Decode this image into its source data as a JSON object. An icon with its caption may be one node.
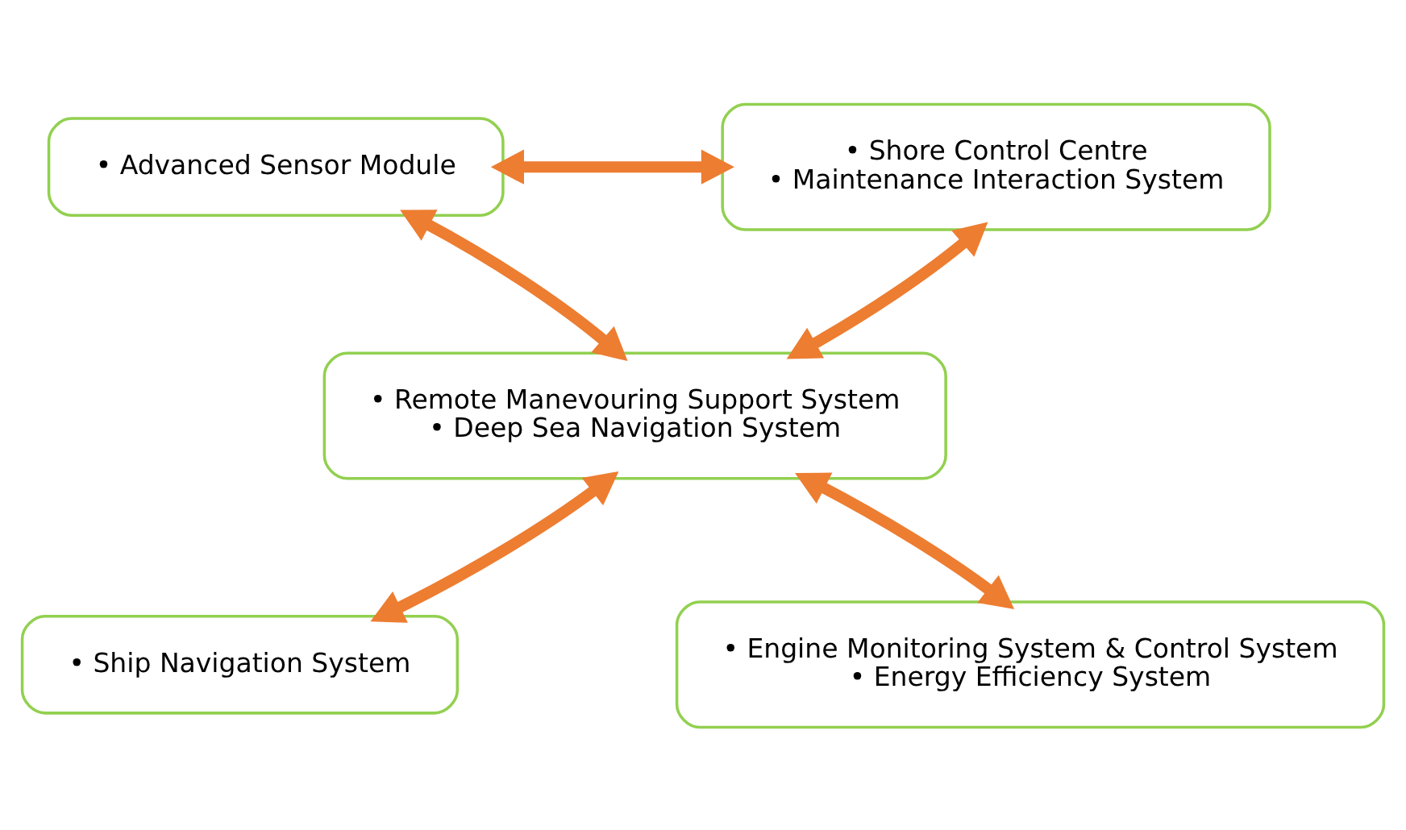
{
  "diagram": {
    "nodes": [
      {
        "text": [
          "• Advanced Sensor Module"
        ]
      },
      {
        "text": [
          "• Shore Control Centre",
          "• Maintenance Interaction System"
        ]
      },
      {
        "text": [
          "• Remote Manevouring Support System",
          "• Deep Sea Navigation System"
        ]
      },
      {
        "text": [
          "• Ship Navigation System"
        ]
      },
      {
        "text": [
          "• Engine Monitoring System & Control System",
          "• Energy Efficiency System"
        ]
      }
    ],
    "edges": [
      {
        "from": 0,
        "to": 1,
        "arrow": "both"
      },
      {
        "from": 0,
        "to": 2,
        "arrow": "both"
      },
      {
        "from": 1,
        "to": 2,
        "arrow": "both"
      },
      {
        "from": 3,
        "to": 2,
        "arrow": "both"
      },
      {
        "from": 2,
        "to": 4,
        "arrow": "both"
      }
    ]
  }
}
